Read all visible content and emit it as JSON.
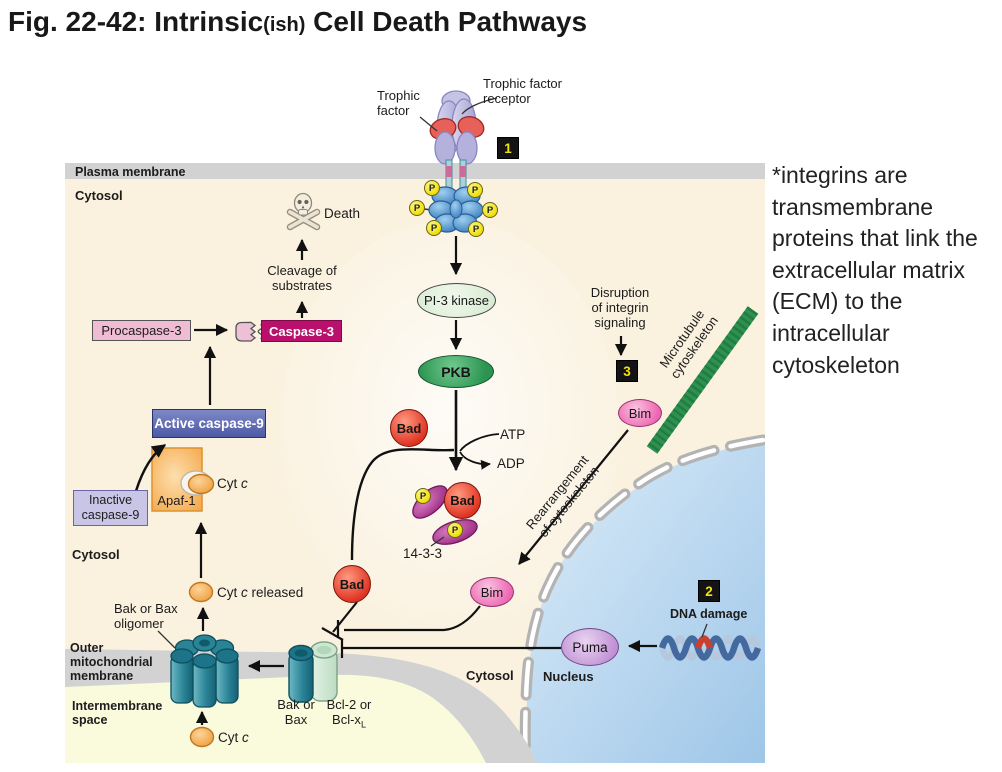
{
  "title": {
    "main": "Fig. 22-42: Intrinsic",
    "paren": "(ish)",
    "rest": " Cell Death Pathways"
  },
  "note": {
    "lines": [
      "*integrins are",
      "transmembrane",
      "proteins that link the",
      "extracellular matrix",
      "(ECM) to the",
      "intracellular",
      "cytoskeleton"
    ]
  },
  "badges": {
    "b1": "1",
    "b2": "2",
    "b3": "3"
  },
  "regions": {
    "plasma_membrane": "Plasma membrane",
    "cytosol": "Cytosol",
    "outer_mito": [
      "Outer",
      "mitochondrial",
      "membrane"
    ],
    "intermembrane": [
      "Intermembrane",
      "space"
    ],
    "nucleus": "Nucleus"
  },
  "labels": {
    "trophic_factor": [
      "Trophic",
      "factor"
    ],
    "trophic_receptor": [
      "Trophic factor",
      "receptor"
    ],
    "death": "Death",
    "cleavage": [
      "Cleavage of",
      "substrates"
    ],
    "procaspase3": "Procaspase-3",
    "caspase3": "Caspase-3",
    "active_casp9": "Active caspase-9",
    "inactive_casp9": [
      "Inactive",
      "caspase-9"
    ],
    "apaf1": "Apaf-1",
    "cyt": "Cyt",
    "c": "c",
    "released": "released",
    "bakbax_oligomer": [
      "Bak or Bax",
      "oligomer"
    ],
    "bak_or_bax": [
      "Bak or",
      "Bax"
    ],
    "bcl2": [
      "Bcl-2 or",
      "Bcl-x"
    ],
    "bcl2_sub": "L",
    "pi3k": "PI-3 kinase",
    "pkb": "PKB",
    "bad": "Bad",
    "atp": "ATP",
    "adp": "ADP",
    "p": "P",
    "fourteen33": "14-3-3",
    "bim": "Bim",
    "puma": "Puma",
    "disruption": [
      "Disruption",
      "of integrin",
      "signaling"
    ],
    "microtubule": [
      "Microtubule",
      "cytoskeleton"
    ],
    "rearrangement": [
      "Rearrangement",
      "of cytoskeleton"
    ],
    "dna_damage": "DNA damage"
  },
  "colors": {
    "cytosol_bg": "#faf1de",
    "membrane_gray": "#d2d2d2",
    "intermembrane_yellow": "#fafadc",
    "nucleus_blue": "#aecfec",
    "caspase3": "#b8106c",
    "active_casp9": "#5b66ae",
    "procaspase3": "#f0bcd4",
    "inactive_casp9": "#c9c5e6",
    "apaf1": "#f6ad55",
    "cytc_orange": "#f0a54a",
    "bad_red": "#e8402f",
    "bim_pink": "#ef6cb4",
    "puma_violet": "#c49ad6",
    "pkb_green": "#2d9552",
    "pi3k_green": "#d9ecd4",
    "bakbax_teal": "#2b8598",
    "bcl2_pale": "#cfe7d2",
    "microtubule_green": "#2e9152",
    "badge_bg": "#141414",
    "badge_text": "#f2e20c",
    "phosphate_yellow": "#f2e41a"
  }
}
